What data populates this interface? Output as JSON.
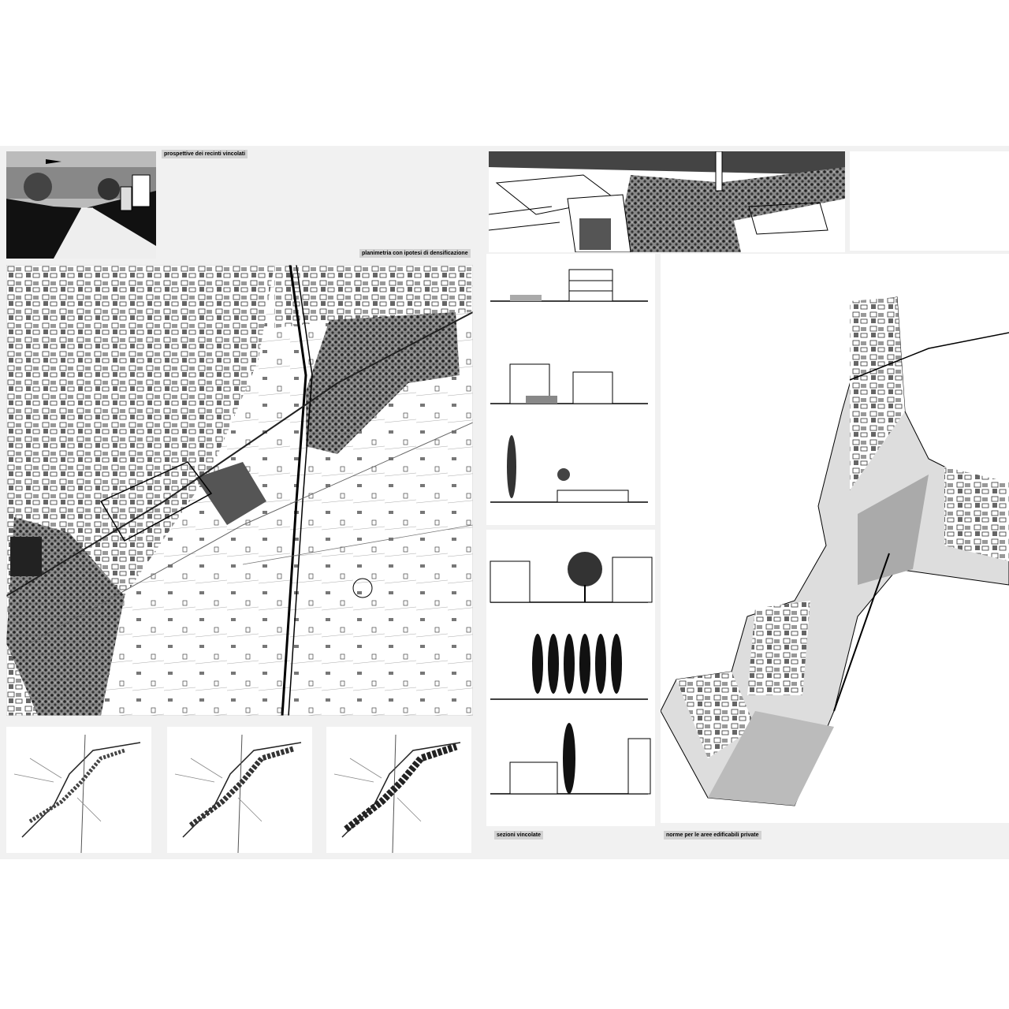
{
  "labels": {
    "perspective": "prospettive dei recinti vincolati",
    "plan": "planimetria con ipotesi di densificazione",
    "sections": "sezioni vincolate",
    "norms": "norme per le aree edificabili private"
  },
  "colors": {
    "sheet": "#f1f1f1",
    "ink": "#111111",
    "label_bg": "#d2d2d2",
    "hatch": "#555555"
  }
}
